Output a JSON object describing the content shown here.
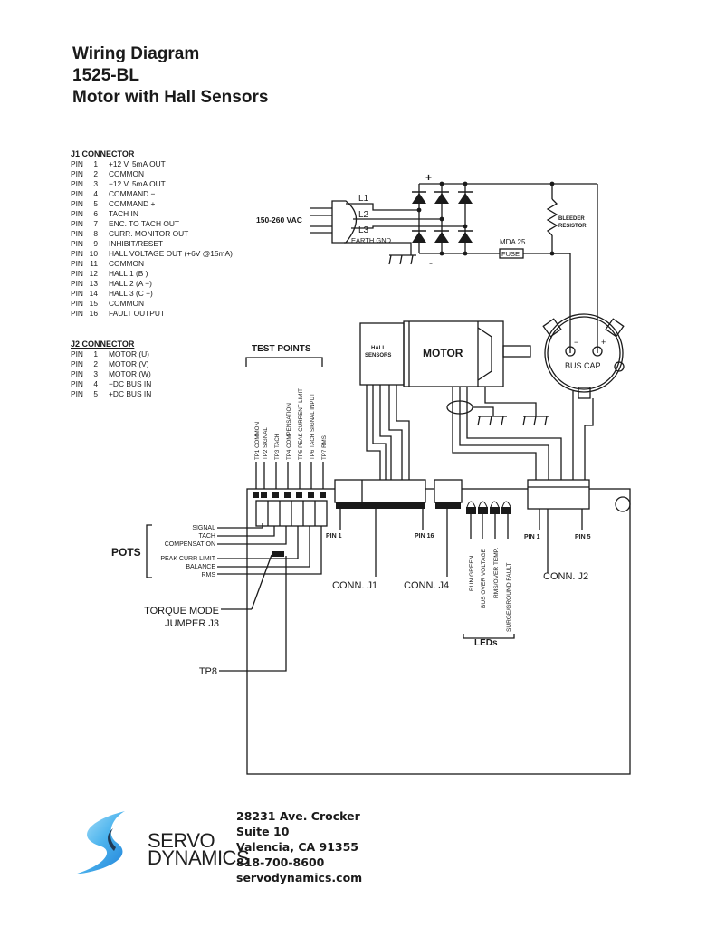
{
  "header": {
    "title": "Wiring Diagram",
    "model": "1525-BL",
    "subtitle": "Motor with Hall Sensors"
  },
  "j1_connector": {
    "heading": "J1 CONNECTOR",
    "pins": [
      {
        "label": "PIN",
        "num": "1",
        "desc": "+12 V, 5mA OUT"
      },
      {
        "label": "PIN",
        "num": "2",
        "desc": "COMMON"
      },
      {
        "label": "PIN",
        "num": "3",
        "desc": "−12 V, 5mA OUT"
      },
      {
        "label": "PIN",
        "num": "4",
        "desc": "COMMAND −"
      },
      {
        "label": "PIN",
        "num": "5",
        "desc": "COMMAND +"
      },
      {
        "label": "PIN",
        "num": "6",
        "desc": "TACH IN"
      },
      {
        "label": "PIN",
        "num": "7",
        "desc": "ENC. TO TACH OUT"
      },
      {
        "label": "PIN",
        "num": "8",
        "desc": "CURR. MONITOR OUT"
      },
      {
        "label": "PIN",
        "num": "9",
        "desc": "INHIBIT/RESET"
      },
      {
        "label": "PIN",
        "num": "10",
        "desc": "HALL VOLTAGE OUT (+6V @15mA)"
      },
      {
        "label": "PIN",
        "num": "11",
        "desc": "COMMON"
      },
      {
        "label": "PIN",
        "num": "12",
        "desc": "HALL 1 (B   )"
      },
      {
        "label": "PIN",
        "num": "13",
        "desc": "HALL 2 (A −)"
      },
      {
        "label": "PIN",
        "num": "14",
        "desc": "HALL 3 (C −)"
      },
      {
        "label": "PIN",
        "num": "15",
        "desc": "COMMON"
      },
      {
        "label": "PIN",
        "num": "16",
        "desc": "FAULT OUTPUT"
      }
    ]
  },
  "j2_connector": {
    "heading": "J2 CONNECTOR",
    "pins": [
      {
        "label": "PIN",
        "num": "1",
        "desc": "MOTOR (U)"
      },
      {
        "label": "PIN",
        "num": "2",
        "desc": "MOTOR (V)"
      },
      {
        "label": "PIN",
        "num": "3",
        "desc": "MOTOR (W)"
      },
      {
        "label": "PIN",
        "num": "4",
        "desc": "−DC BUS IN"
      },
      {
        "label": "PIN",
        "num": "5",
        "desc": "+DC BUS IN"
      }
    ]
  },
  "power": {
    "input_label": "150-260 VAC",
    "l1": "L1",
    "l2": "L2",
    "l3": "L3",
    "earth": "EARTH  GND",
    "plus": "+",
    "minus": "-",
    "fuse_rating": "MDA 25",
    "fuse": "FUSE",
    "bleeder_1": "BLEEDER",
    "bleeder_2": "RESISTOR",
    "bus_cap": "BUS  CAP",
    "cap_minus": "−",
    "cap_plus": "+"
  },
  "motor": {
    "hall_1": "HALL",
    "hall_2": "SENSORS",
    "label": "MOTOR"
  },
  "test_points": {
    "heading": "TEST POINTS",
    "items": [
      "TP1  COMMON",
      "TP2  SIGNAL",
      "TP3  TACH",
      "TP4  COMPENSATION",
      "TP5  PEAK CURRENT LIMIT",
      "TP6  TACH SIGNAL INPUT",
      "TP7  RMS"
    ]
  },
  "pots": {
    "heading": "POTS",
    "items": [
      "SIGNAL",
      "TACH",
      "COMPENSATION",
      "PEAK CURR LIMIT",
      "BALANCE",
      "RMS"
    ]
  },
  "jumper": {
    "line1": "TORQUE MODE",
    "line2": "JUMPER J3"
  },
  "tp8": "TP8",
  "connectors": {
    "j1_pin_first": "PIN 1",
    "j1_pin_last": "PIN 16",
    "j1_label": "CONN. J1",
    "j4_label": "CONN. J4",
    "j2_pin_first": "PIN 1",
    "j2_pin_last": "PIN 5",
    "j2_label": "CONN. J2"
  },
  "leds": {
    "heading": "LEDs",
    "items": [
      "RUN GREEN",
      "BUS OVER VOLTAGE",
      "RMS/OVER TEMP.",
      "SURGE/GROUND FAULT"
    ]
  },
  "footer": {
    "logo_line1": "SERVO",
    "logo_line2": "DYNAMICS",
    "address_lines": [
      "28231 Ave. Crocker",
      "Suite 10",
      "Valencia, CA 91355",
      "818-700-8600",
      "servodynamics.com"
    ],
    "brand_colors": [
      "#1e88e5",
      "#7fd4f5"
    ]
  }
}
